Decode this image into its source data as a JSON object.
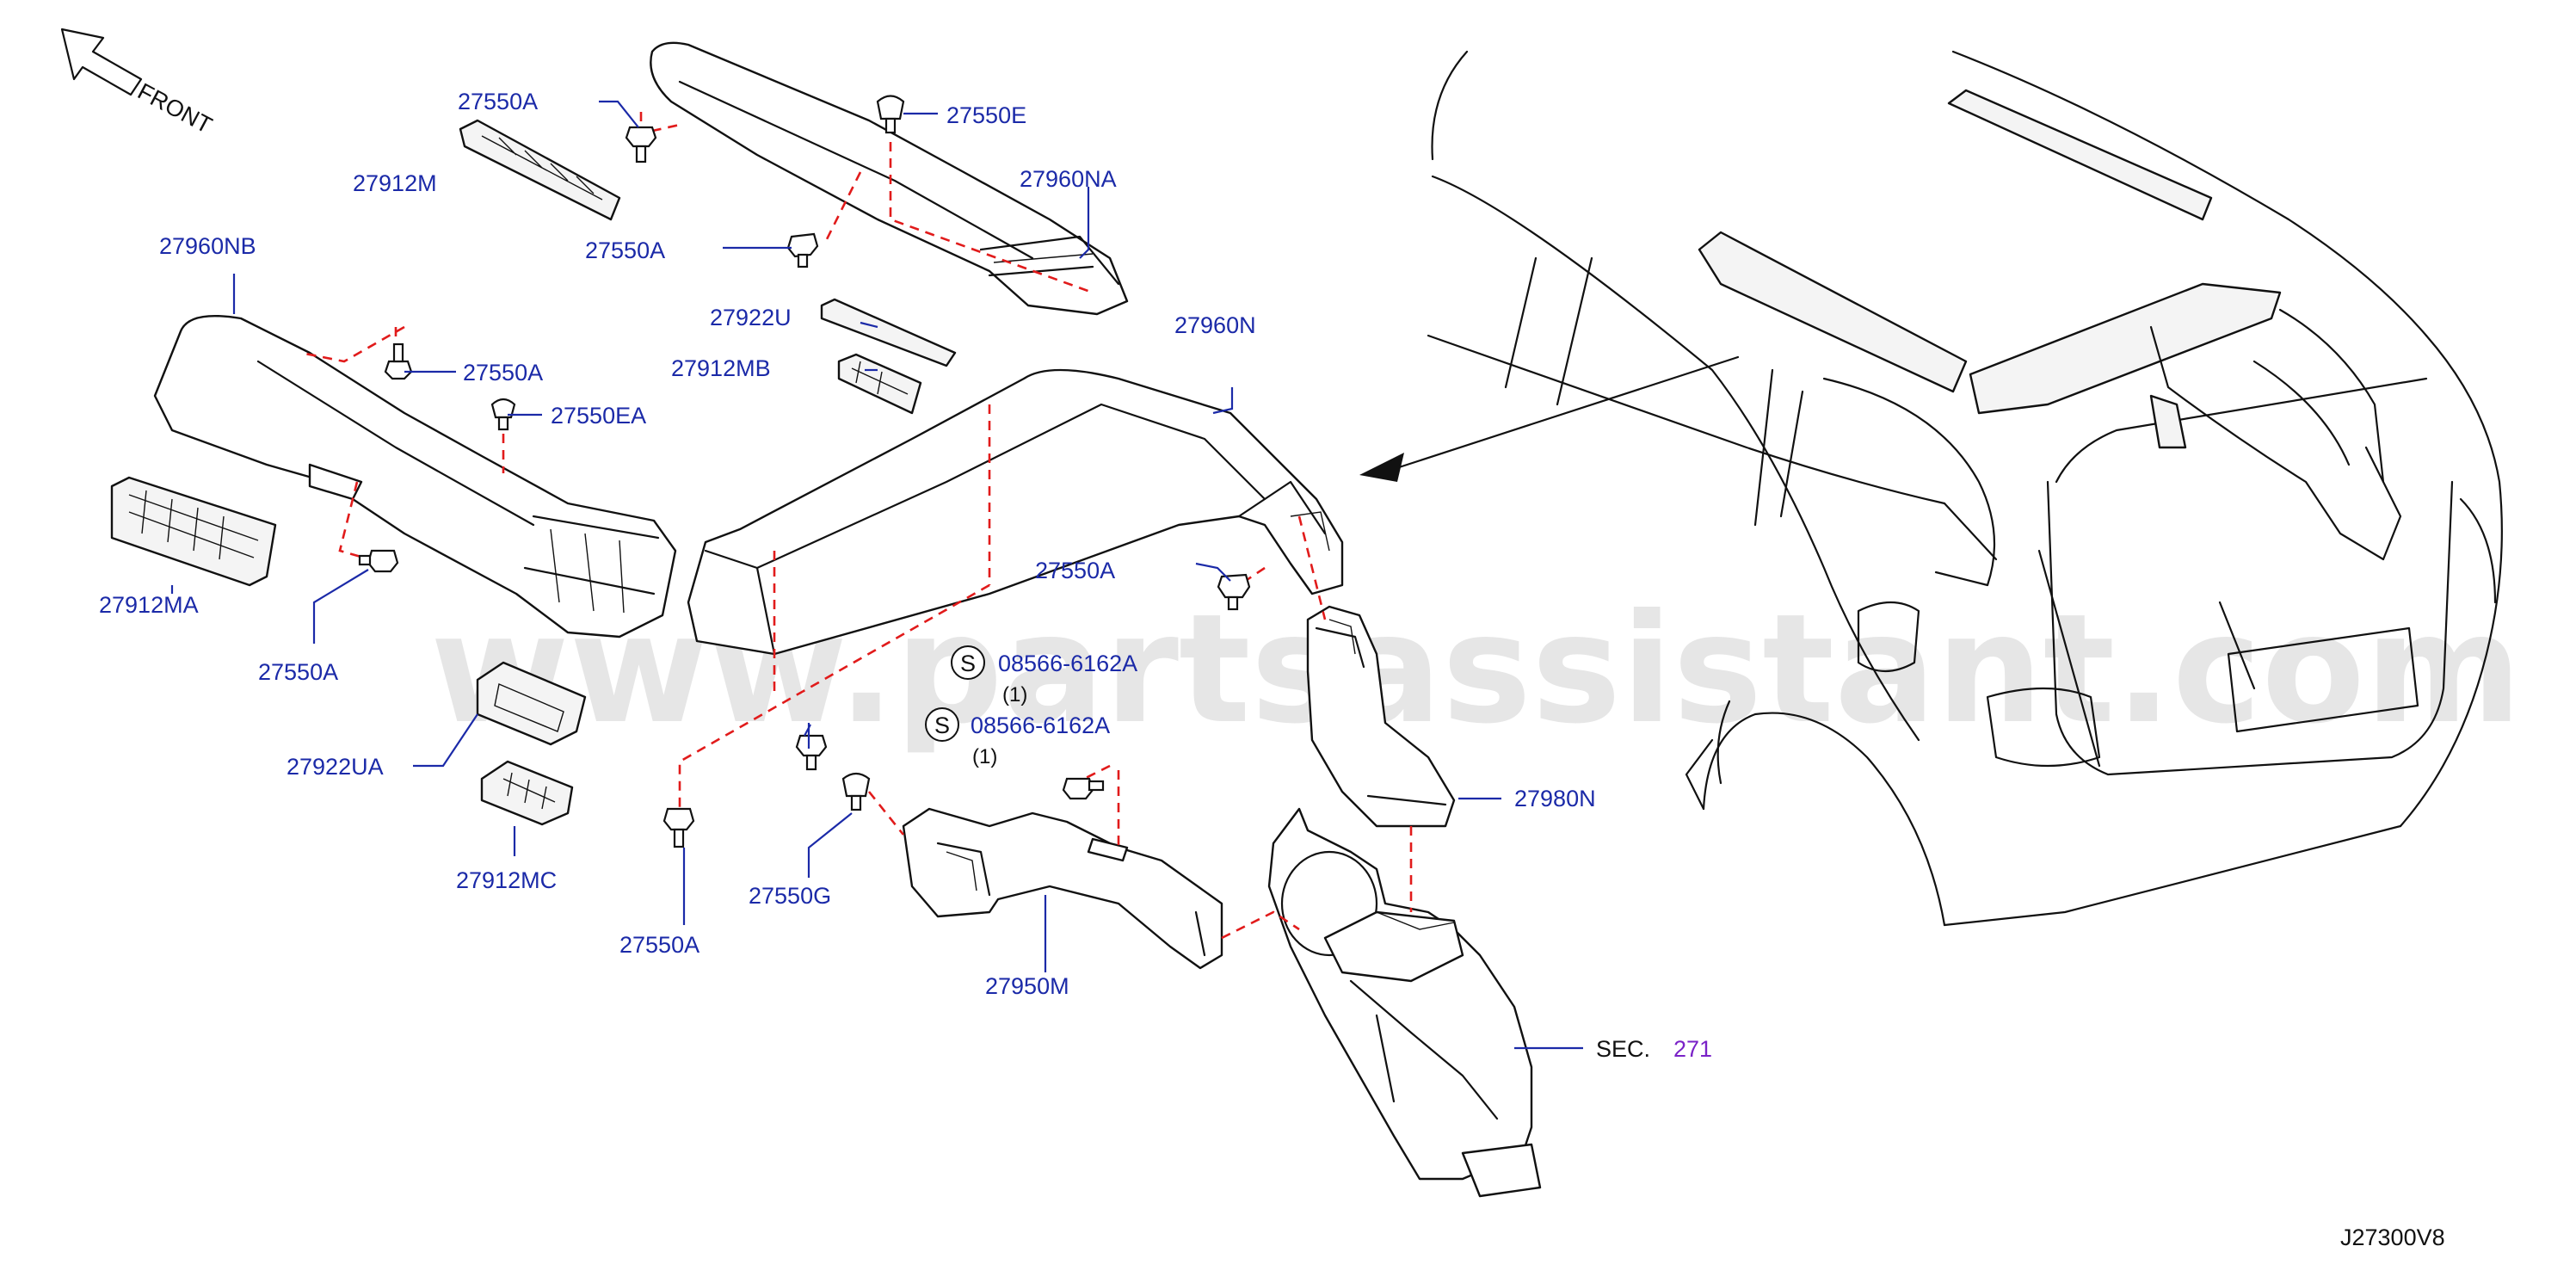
{
  "diagram": {
    "orientation_label": "FRONT",
    "diagram_code": "J27300V8",
    "watermark": "www.partsassistant.com",
    "section_ref": {
      "prefix": "SEC.",
      "number": "271"
    },
    "screw_symbol": "S",
    "parts": {
      "p27550A_top": "27550A",
      "p27912M": "27912M",
      "p27550A_mid": "27550A",
      "p27550E": "27550E",
      "p27960NA": "27960NA",
      "p27960NB": "27960NB",
      "p27550A_left": "27550A",
      "p27550EA": "27550EA",
      "p27922U": "27922U",
      "p27912MB": "27912MB",
      "p27960N": "27960N",
      "p27912MA": "27912MA",
      "p27550A_lower_left": "27550A",
      "p27550A_right": "27550A",
      "screw_1": "08566-6162A",
      "screw_1_qty": "(1)",
      "screw_2": "08566-6162A",
      "screw_2_qty": "(1)",
      "p27922UA": "27922UA",
      "p27980N": "27980N",
      "p27912MC": "27912MC",
      "p27550G": "27550G",
      "p27550A_bottom": "27550A",
      "p27950M": "27950M"
    },
    "colors": {
      "label": "#1b2aa8",
      "link": "#7a22c7",
      "dashed_guide": "#e11b1b",
      "outline": "#111111"
    }
  }
}
